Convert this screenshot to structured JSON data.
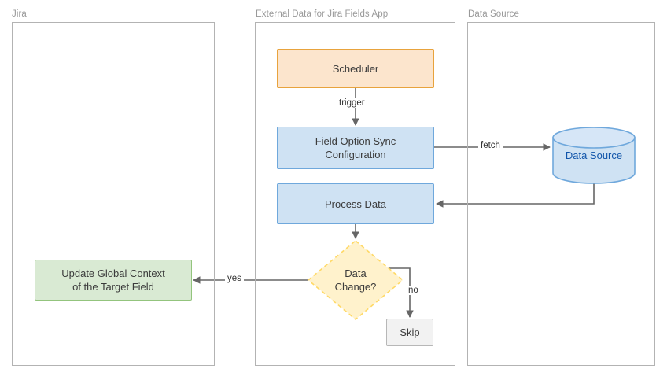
{
  "diagram": {
    "title": "",
    "pools": [
      {
        "id": "jira",
        "label": "Jira"
      },
      {
        "id": "app",
        "label": "External Data for Jira Fields App"
      },
      {
        "id": "source",
        "label": "Data Source"
      }
    ],
    "nodes": [
      {
        "id": "scheduler",
        "label": "Scheduler",
        "shape": "rect",
        "fill": "#fce5cd",
        "stroke": "#e8a33d",
        "pool": "app"
      },
      {
        "id": "sync",
        "label": "Field Option Sync\nConfiguration",
        "shape": "rect",
        "fill": "#cfe2f3",
        "stroke": "#6fa8dc",
        "pool": "app"
      },
      {
        "id": "process",
        "label": "Process Data",
        "shape": "rect",
        "fill": "#cfe2f3",
        "stroke": "#6fa8dc",
        "pool": "app"
      },
      {
        "id": "decision",
        "label": "Data\nChange?",
        "shape": "diamond",
        "fill": "#fff2cc",
        "stroke": "#ffd966",
        "pool": "app"
      },
      {
        "id": "skip",
        "label": "Skip",
        "shape": "rect",
        "fill": "#f2f2f2",
        "stroke": "#b7b7b7",
        "pool": "app"
      },
      {
        "id": "update",
        "label": "Update Global Context\nof the Target Field",
        "shape": "rect",
        "fill": "#d9ead3",
        "stroke": "#93c47d",
        "pool": "jira"
      },
      {
        "id": "datasource",
        "label": "Data Source",
        "shape": "cylinder",
        "fill": "#cfe2f3",
        "stroke": "#6fa8dc",
        "pool": "source"
      }
    ],
    "node_labels": {
      "scheduler": "Scheduler",
      "sync_line1": "Field Option Sync",
      "sync_line2": "Configuration",
      "process": "Process Data",
      "decision_line1": "Data",
      "decision_line2": "Change?",
      "skip": "Skip",
      "update_line1": "Update Global Context",
      "update_line2": "of the Target Field",
      "datasource": "Data Source"
    },
    "edges": [
      {
        "id": "e1",
        "from": "scheduler",
        "to": "sync",
        "label": "trigger"
      },
      {
        "id": "e2",
        "from": "sync",
        "to": "datasource",
        "label": "fetch"
      },
      {
        "id": "e3",
        "from": "datasource",
        "to": "process",
        "label": ""
      },
      {
        "id": "e4",
        "from": "process",
        "to": "decision",
        "label": ""
      },
      {
        "id": "e5",
        "from": "decision",
        "to": "update",
        "label": "yes"
      },
      {
        "id": "e6",
        "from": "decision",
        "to": "skip",
        "label": "no"
      }
    ],
    "edge_labels": {
      "trigger": "trigger",
      "fetch": "fetch",
      "yes": "yes",
      "no": "no"
    },
    "colors": {
      "pool_border": "#b3b3b3",
      "pool_label": "#999999",
      "edge": "#666666",
      "text": "#3b3b3b",
      "datasource_text": "#1155aa"
    }
  }
}
